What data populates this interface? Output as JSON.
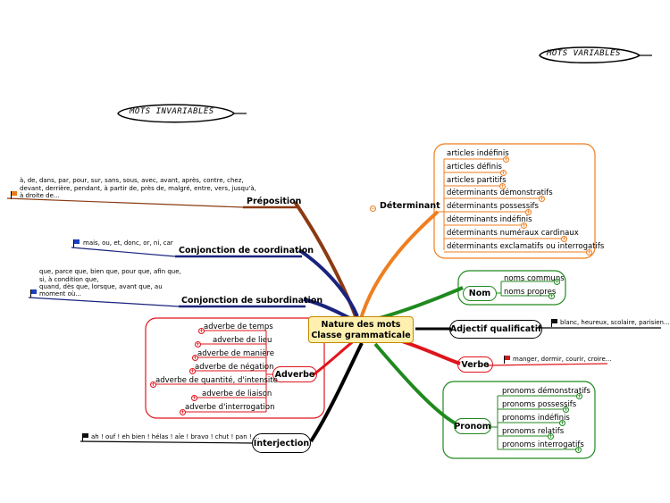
{
  "headers": {
    "variables": "MOTS VARIABLES",
    "invariables": "MOTS INVARIABLES"
  },
  "center": {
    "line1": "Nature des mots",
    "line2": "Classe grammaticale"
  },
  "colors": {
    "orange": "#f07e1f",
    "green": "#1f8a1f",
    "red": "#e0141b",
    "navy": "#1a237e",
    "brown": "#8b3a12",
    "black": "#000000",
    "center_fill": "#fff0b0",
    "center_border": "#c48a00"
  },
  "variables": {
    "determinant": {
      "label": "Déterminant",
      "items": [
        "articles indéfinis",
        "articles définis",
        "articles partitifs",
        "déterminants démonstratifs",
        "déterminants possessifs",
        "déterminants indéfinis",
        "déterminants numéraux cardinaux",
        "déterminants exclamatifs ou interrogatifs"
      ]
    },
    "nom": {
      "label": "Nom",
      "items": [
        "noms communs",
        "noms propres"
      ]
    },
    "adjectif": {
      "label": "Adjectif qualificatif",
      "note": "blanc, heureux, scolaire, parisien..."
    },
    "verbe": {
      "label": "Verbe",
      "note": "manger, dormir, courir, croire..."
    },
    "pronom": {
      "label": "Pronom",
      "items": [
        "pronoms démonstratifs",
        "pronoms possessifs",
        "pronoms indéfinis",
        "pronoms relatifs",
        "pronoms interrogatifs"
      ]
    }
  },
  "invariables": {
    "preposition": {
      "label": "Préposition",
      "note": [
        "à, de, dans, par, pour, sur, sans, sous, avec, avant, après, contre, chez,",
        "devant, derrière, pendant, à partir de, près de, malgré, entre, vers, jusqu'à,",
        "à droite de..."
      ]
    },
    "coordination": {
      "label": "Conjonction de coordination",
      "note": "mais, ou, et, donc, or, ni, car"
    },
    "subordination": {
      "label": "Conjonction de subordination",
      "note": [
        "que, parce que, bien que, pour que, afin que,",
        "si, à condition que,",
        "quand, dès que, lorsque, avant que, au",
        "moment où..."
      ]
    },
    "adverbe": {
      "label": "Adverbe",
      "items": [
        "adverbe de temps",
        "adverbe de lieu",
        "adverbe de manière",
        "adverbe de négation",
        "adverbe de quantité, d'intensité",
        "adverbe de liaison",
        "adverbe d'interrogation"
      ]
    },
    "interjection": {
      "label": "Interjection",
      "note": "ah ! ouf ! eh bien ! hélas ! aïe ! bravo ! chut ! pan ! ..."
    }
  }
}
